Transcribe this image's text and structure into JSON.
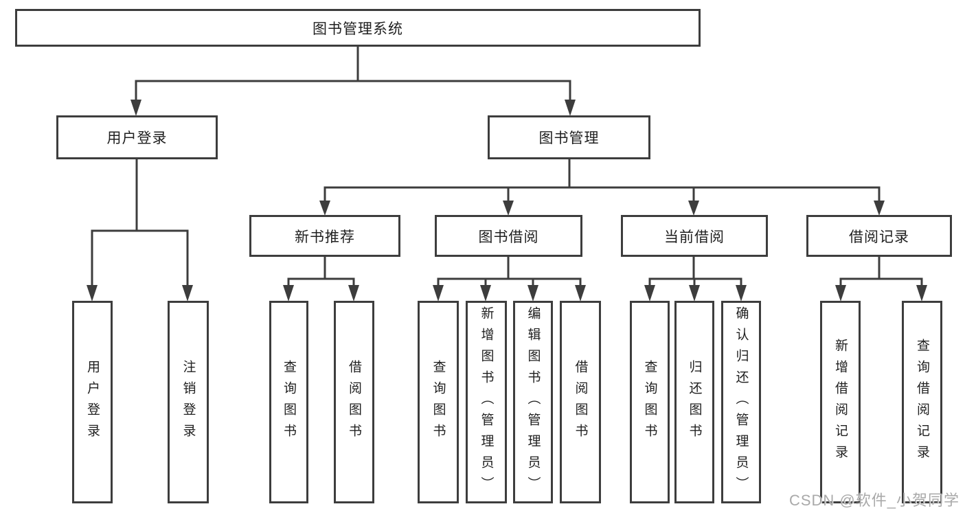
{
  "title": {
    "root": "图书管理系统"
  },
  "nodes": {
    "user_login": "用户登录",
    "book_management": "图书管理",
    "new_book_recommend": "新书推荐",
    "book_borrowing": "图书借阅",
    "current_borrowing": "当前借阅",
    "borrowing_records": "借阅记录"
  },
  "leaves": {
    "user_login": [
      "用户登录",
      "注销登录"
    ],
    "new_book_recommend": [
      "查询图书",
      "借阅图书"
    ],
    "book_borrowing": [
      "查询图书",
      "新增图书（管理员）",
      "编辑图书（管理员）",
      "借阅图书"
    ],
    "current_borrowing": [
      "查询图书",
      "归还图书",
      "确认归还（管理员）"
    ],
    "borrowing_records": [
      "新增借阅记录",
      "查询借阅记录"
    ]
  },
  "watermark": "CSDN @软件_小贺同学",
  "colors": {
    "line": "#3d3d3d",
    "text": "#1f1f1f",
    "watermark": "#a9a9a9",
    "background": "#ffffff"
  }
}
